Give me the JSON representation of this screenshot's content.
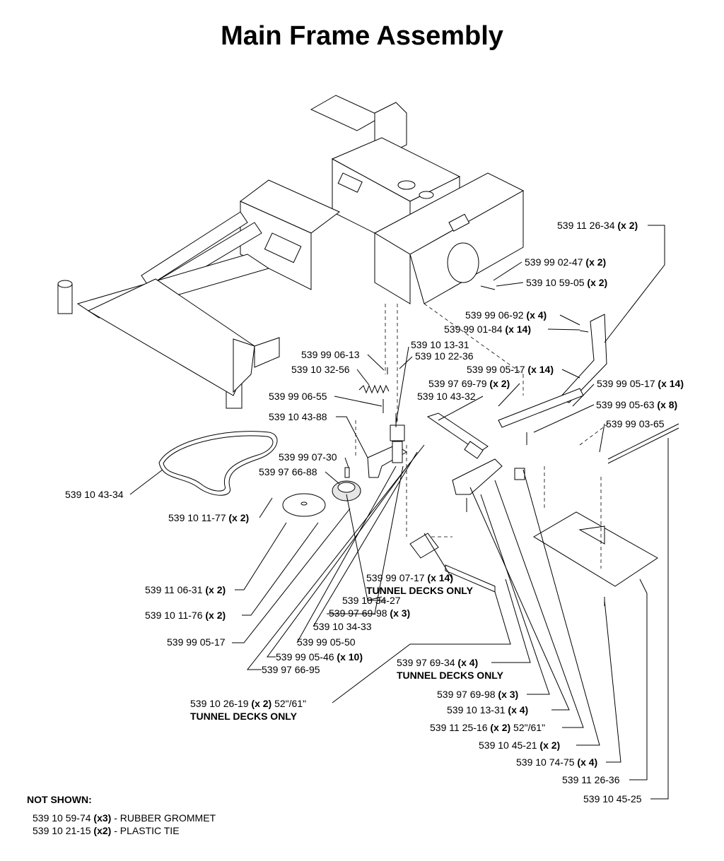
{
  "title": "Main Frame Assembly",
  "labels": [
    {
      "id": "l1",
      "num": "539 11 26-34",
      "qty": "(x 2)"
    },
    {
      "id": "l2",
      "num": "539 99 02-47",
      "qty": "(x 2)"
    },
    {
      "id": "l3",
      "num": "539 10 59-05",
      "qty": "(x 2)"
    },
    {
      "id": "l4",
      "num": "539 99 06-92",
      "qty": "(x 4)"
    },
    {
      "id": "l5",
      "num": "539 99 01-84",
      "qty": "(x 14)"
    },
    {
      "id": "l6",
      "num": "539 10 13-31",
      "qty": ""
    },
    {
      "id": "l7",
      "num": "539 99 06-13",
      "qty": ""
    },
    {
      "id": "l8",
      "num": "539 10 22-36",
      "qty": ""
    },
    {
      "id": "l9",
      "num": "539 10 32-56",
      "qty": ""
    },
    {
      "id": "l10",
      "num": "539 99 05-17",
      "qty": "(x 14)"
    },
    {
      "id": "l11",
      "num": "539 97 69-79",
      "qty": "(x 2)"
    },
    {
      "id": "l12",
      "num": "539 99 05-17",
      "qty": "(x 14)"
    },
    {
      "id": "l13",
      "num": "539 99 06-55",
      "qty": ""
    },
    {
      "id": "l14",
      "num": "539 10 43-32",
      "qty": ""
    },
    {
      "id": "l15",
      "num": "539 99 05-63",
      "qty": "(x 8)"
    },
    {
      "id": "l16",
      "num": "539 10 43-88",
      "qty": ""
    },
    {
      "id": "l17",
      "num": "539 99 03-65",
      "qty": ""
    },
    {
      "id": "l18",
      "num": "539 99 07-30",
      "qty": ""
    },
    {
      "id": "l19",
      "num": "539 97 66-88",
      "qty": ""
    },
    {
      "id": "l20",
      "num": "539 10 43-34",
      "qty": ""
    },
    {
      "id": "l21",
      "num": "539 10 11-77",
      "qty": "(x 2)"
    },
    {
      "id": "l22",
      "num": "539 99 07-17",
      "qty": "(x 14)"
    },
    {
      "id": "l23",
      "num": "TUNNEL DECKS ONLY",
      "qty": ""
    },
    {
      "id": "l24",
      "num": "539 11 06-31",
      "qty": "(x 2)"
    },
    {
      "id": "l25",
      "num": "539 10 34-27",
      "qty": ""
    },
    {
      "id": "l26",
      "num": "539 97 69-98",
      "qty": "(x 3)"
    },
    {
      "id": "l27",
      "num": "539 10 11-76",
      "qty": "(x 2)"
    },
    {
      "id": "l28",
      "num": "539 10 34-33",
      "qty": ""
    },
    {
      "id": "l29",
      "num": "539 99 05-17",
      "qty": ""
    },
    {
      "id": "l30",
      "num": "539 99 05-50",
      "qty": ""
    },
    {
      "id": "l31",
      "num": "539 99 05-46",
      "qty": "(x 10)"
    },
    {
      "id": "l32",
      "num": "539 97 69-34",
      "qty": "(x 4)"
    },
    {
      "id": "l33",
      "num": "539 97 66-95",
      "qty": ""
    },
    {
      "id": "l34",
      "num": "TUNNEL DECKS ONLY",
      "qty": ""
    },
    {
      "id": "l35",
      "num": "539 97 69-98",
      "qty": "(x 3)"
    },
    {
      "id": "l36",
      "num": "539 10 26-19",
      "qty": "(x 2)",
      "suffix": " 52\"/61\""
    },
    {
      "id": "l37",
      "num": "539 10 13-31",
      "qty": "(x 4)"
    },
    {
      "id": "l38",
      "num": "TUNNEL DECKS ONLY",
      "qty": ""
    },
    {
      "id": "l39",
      "num": "539 11 25-16",
      "qty": "(x 2)",
      "suffix": " 52\"/61\""
    },
    {
      "id": "l40",
      "num": "539 10 45-21",
      "qty": "(x 2)"
    },
    {
      "id": "l41",
      "num": "539 10 74-75",
      "qty": "(x 4)"
    },
    {
      "id": "l42",
      "num": "539 11 26-36",
      "qty": ""
    },
    {
      "id": "l43",
      "num": "539 10 45-25",
      "qty": ""
    }
  ],
  "not_shown": {
    "heading": "NOT SHOWN:",
    "items": [
      {
        "num": "539 10 59-74",
        "qty": "(x3)",
        "desc": " - RUBBER GROMMET"
      },
      {
        "num": "539 10 21-15",
        "qty": "(x2)",
        "desc": " - PLASTIC TIE"
      }
    ]
  }
}
